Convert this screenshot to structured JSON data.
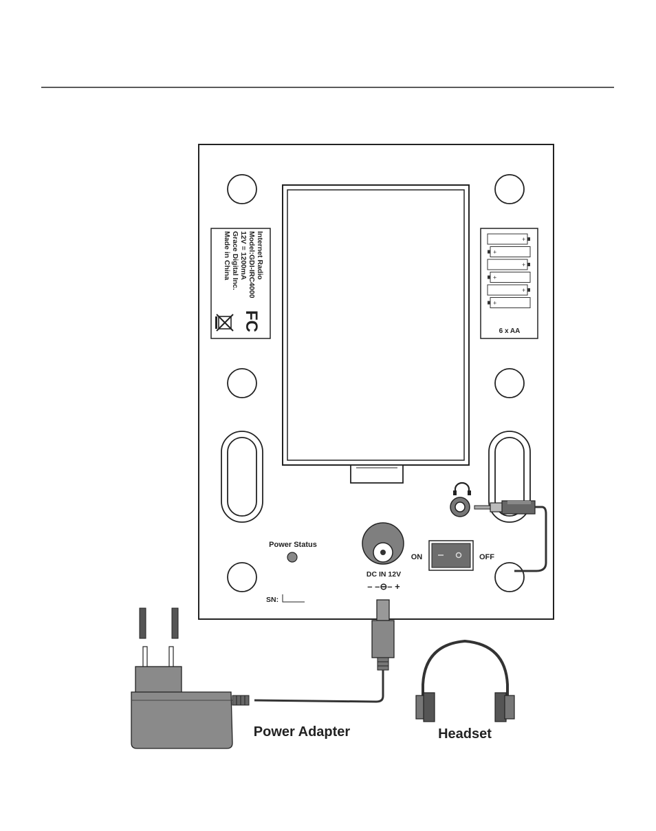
{
  "label_plate": {
    "lines": [
      "Internet Radio",
      "Model:GDI-IRC4000",
      "12V = 1200mA",
      "Grace Digital Inc.",
      "Made in China"
    ],
    "marks": [
      "FC",
      "WEEE"
    ]
  },
  "battery": {
    "count": 6,
    "label": "6 x AA"
  },
  "power_status_label": "Power Status",
  "dc_in": {
    "label": "DC IN 12V",
    "polarity": "– –⊖– +"
  },
  "switch": {
    "on_label": "ON",
    "off_label": "OFF"
  },
  "sn_label": "SN:",
  "callouts": {
    "power_adapter": "Power Adapter",
    "headset": "Headset"
  },
  "icons": [
    "headphone-icon",
    "power-plug-icon",
    "headset-icon",
    "fcc-icon",
    "weee-icon",
    "battery-icon"
  ]
}
